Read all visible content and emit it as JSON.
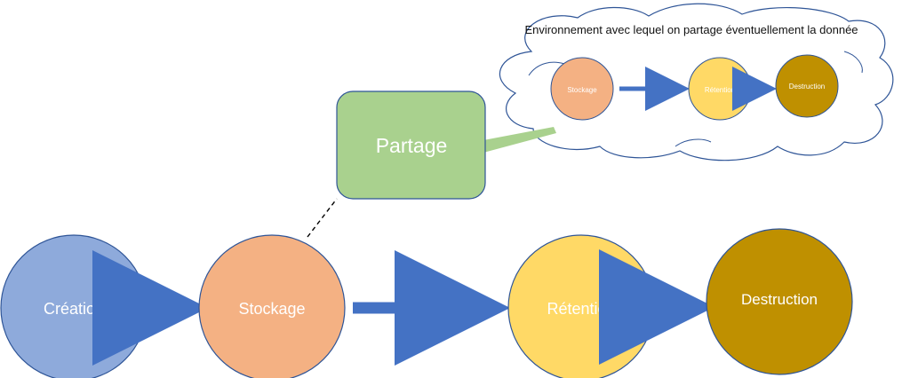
{
  "cloud": {
    "caption": "Environnement avec lequel on partage éventuellement la donnée",
    "nodes": {
      "stockage": "Stockage",
      "retention": "Rétention",
      "destruction": "Destruction"
    }
  },
  "share_box": {
    "label": "Partage"
  },
  "nodes": {
    "creation": "Création",
    "stockage": "Stockage",
    "retention": "Rétention",
    "destruction": "Destruction"
  },
  "colors": {
    "creation": "#8eaadb",
    "stockage": "#f4b183",
    "retention": "#ffd966",
    "destruction": "#bf9000",
    "share": "#a9d18e",
    "arrow": "#4472c4",
    "outline": "#2f5597"
  }
}
